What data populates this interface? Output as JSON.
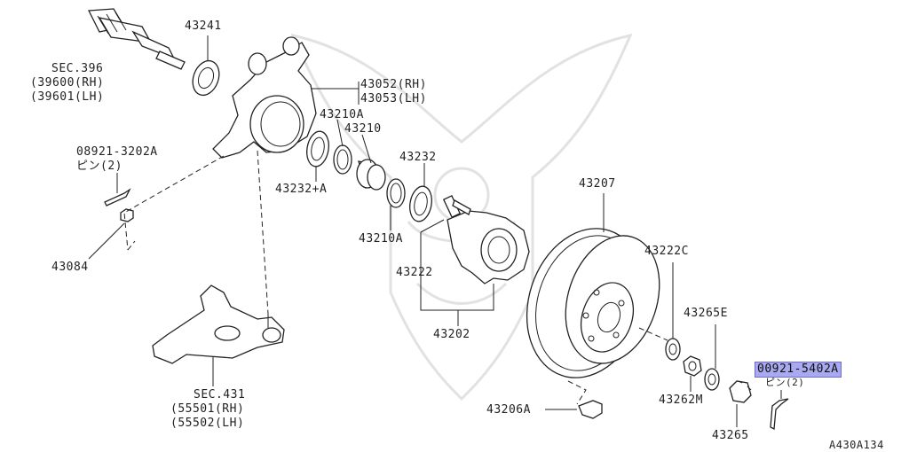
{
  "diagram": {
    "labels": {
      "p43241": "43241",
      "sec396": "SEC.396",
      "p39600": "(39600(RH)",
      "p39601": "(39601(LH)",
      "p43052": "43052(RH)",
      "p43053": "43053(LH)",
      "p43210A_top": "43210A",
      "p43210": "43210",
      "p08921": "08921-3202A",
      "pin2_a": "ピン(2)",
      "p43232": "43232",
      "p43232A": "43232+A",
      "p43210A_bot": "43210A",
      "p43207": "43207",
      "p43222": "43222",
      "p43084": "43084",
      "p43202": "43202",
      "p43222C": "43222C",
      "p43265E": "43265E",
      "p00921": "00921-5402A",
      "pin2_b": "ピン(2)",
      "sec431": "SEC.431",
      "p55501": "(55501(RH)",
      "p55502": "(55502(LH)",
      "p43206A": "43206A",
      "p43262M": "43262M",
      "p43265": "43265",
      "ref": "A430A134"
    },
    "highlighted_part": "00921-5402A",
    "colors": {
      "line": "#222222",
      "highlight": "#a9a9ef",
      "watermark": "#e2e2e2"
    }
  }
}
